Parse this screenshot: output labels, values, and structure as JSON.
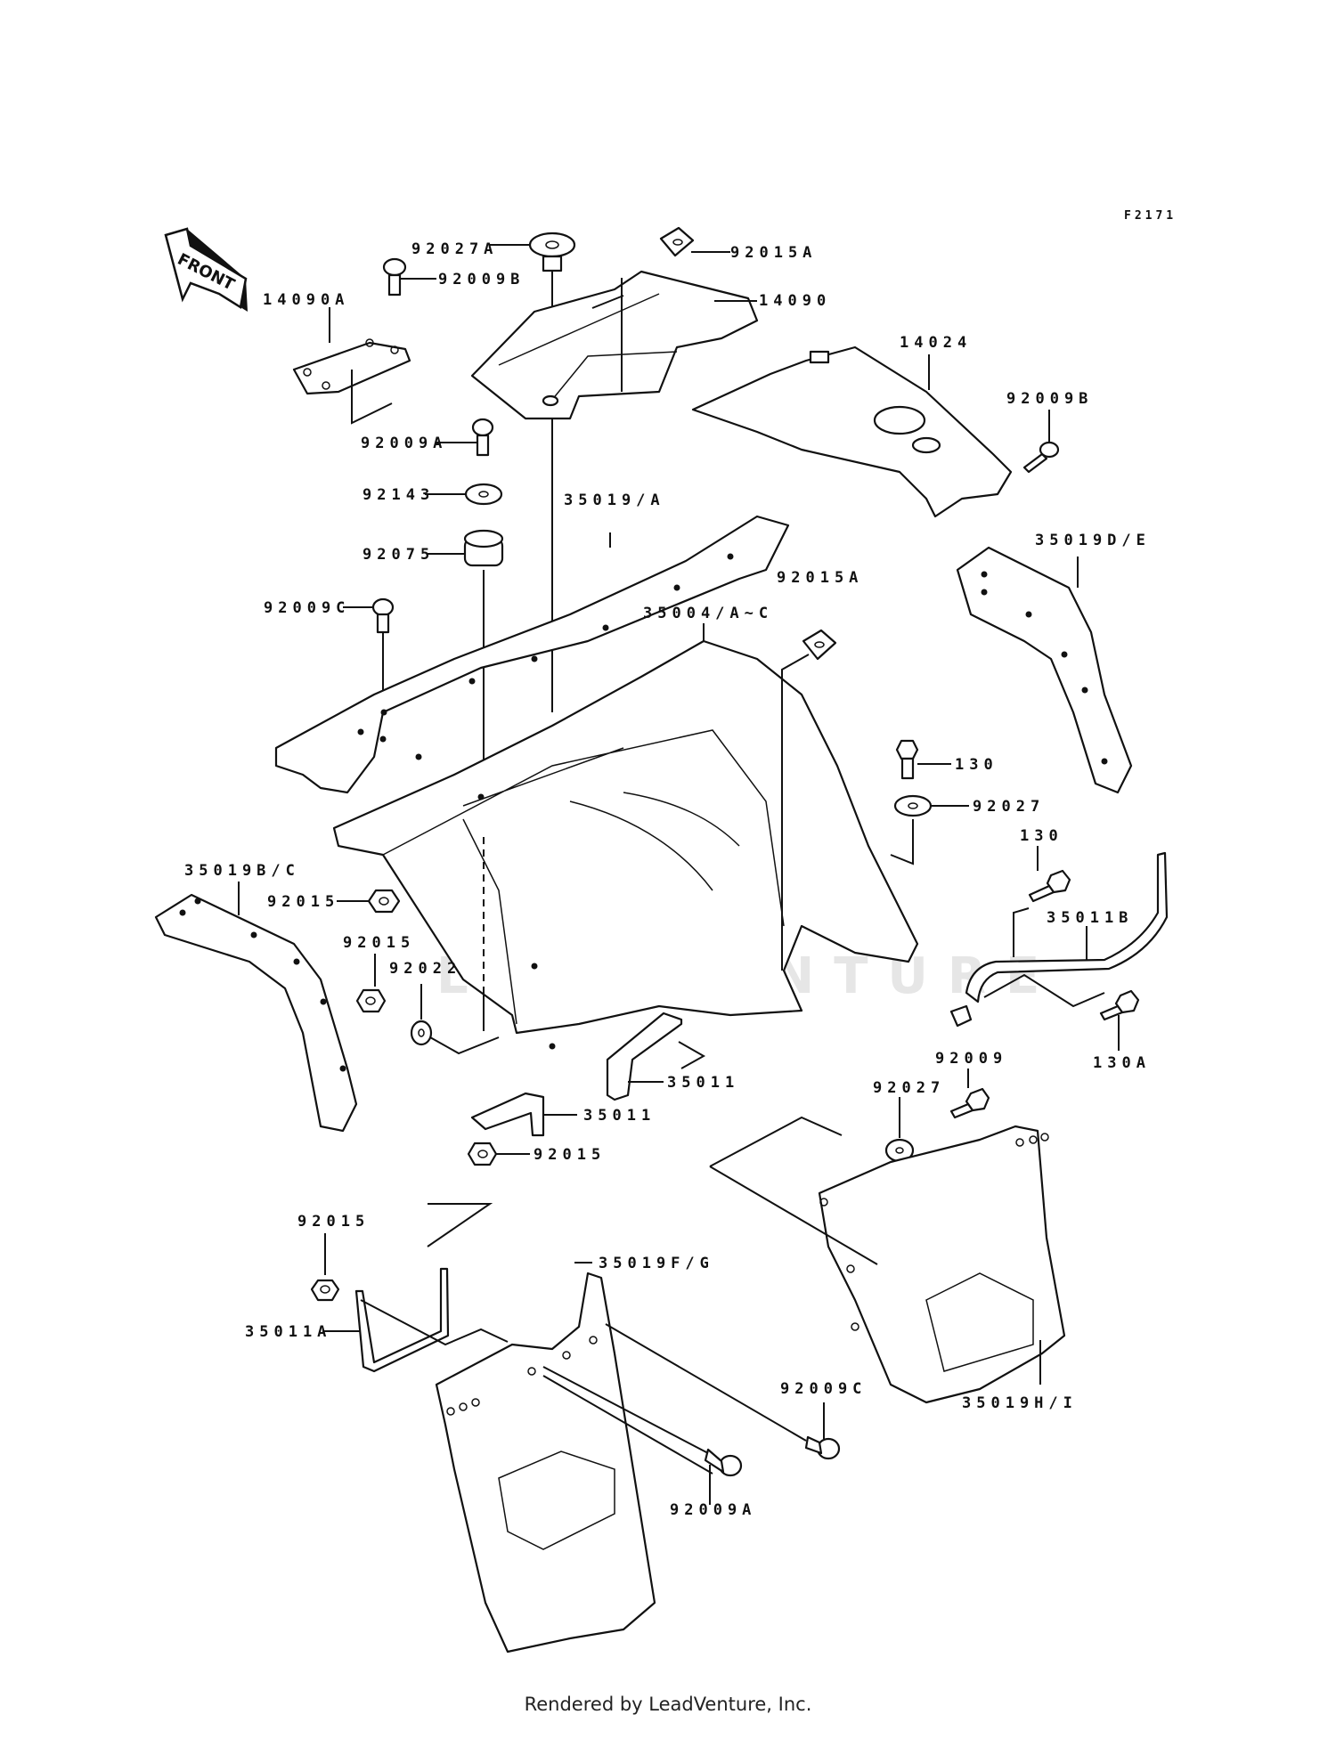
{
  "diagram": {
    "figure_code": "F2171",
    "front_arrow_label": "FRONT",
    "watermark": "LEADVENTURE",
    "parts": [
      {
        "id": "14090A",
        "label": "14090A"
      },
      {
        "id": "92027A",
        "label": "92027A"
      },
      {
        "id": "92009B-top",
        "label": "92009B"
      },
      {
        "id": "92015A-top",
        "label": "92015A"
      },
      {
        "id": "14090",
        "label": "14090"
      },
      {
        "id": "14024",
        "label": "14024"
      },
      {
        "id": "92009B-right",
        "label": "92009B"
      },
      {
        "id": "92009A-top",
        "label": "92009A"
      },
      {
        "id": "92143",
        "label": "92143"
      },
      {
        "id": "35019A",
        "label": "35019/A"
      },
      {
        "id": "92075",
        "label": "92075"
      },
      {
        "id": "92009C-left",
        "label": "92009C"
      },
      {
        "id": "35004",
        "label": "35004/A~C"
      },
      {
        "id": "92015A-mid",
        "label": "92015A"
      },
      {
        "id": "35019DE",
        "label": "35019D/E"
      },
      {
        "id": "130-top",
        "label": "130"
      },
      {
        "id": "92027-mid",
        "label": "92027"
      },
      {
        "id": "130-right",
        "label": "130"
      },
      {
        "id": "35019BC",
        "label": "35019B/C"
      },
      {
        "id": "92015-a",
        "label": "92015"
      },
      {
        "id": "92015-b",
        "label": "92015"
      },
      {
        "id": "92022",
        "label": "92022"
      },
      {
        "id": "35011B",
        "label": "35011B"
      },
      {
        "id": "130A",
        "label": "130A"
      },
      {
        "id": "92009",
        "label": "92009"
      },
      {
        "id": "35011-right",
        "label": "35011"
      },
      {
        "id": "35011-left",
        "label": "35011"
      },
      {
        "id": "92015-c",
        "label": "92015"
      },
      {
        "id": "92027-low",
        "label": "92027"
      },
      {
        "id": "92015-d",
        "label": "92015"
      },
      {
        "id": "35019FG",
        "label": "35019F/G"
      },
      {
        "id": "35011A",
        "label": "35011A"
      },
      {
        "id": "92009C-low",
        "label": "92009C"
      },
      {
        "id": "35019HI",
        "label": "35019H/I"
      },
      {
        "id": "92009A-low",
        "label": "92009A"
      }
    ]
  },
  "footer": {
    "text": "Rendered by LeadVenture, Inc."
  }
}
